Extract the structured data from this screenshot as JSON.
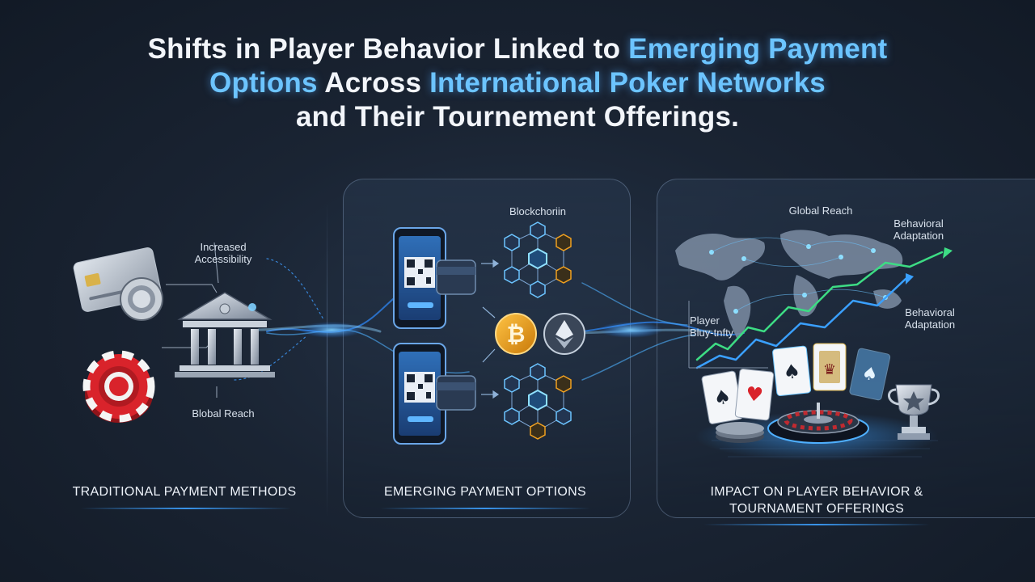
{
  "title": {
    "part1": "Shifts in Player Behavior Linked to ",
    "highlight1": "Emerging Payment",
    "highlight2": "Options",
    "part2": " Across ",
    "highlight3": "International Poker Networks",
    "line3": "and Their Tournement Offerings."
  },
  "left": {
    "label_top": "Increased\nAccessibility",
    "label_bottom": "Blobal Reach",
    "section": "TRADITIONAL PAYMENT METHODS"
  },
  "middle": {
    "label_blockchain": "Blockchoriin",
    "section": "EMERGING PAYMENT OPTIONS"
  },
  "right": {
    "label_global": "Global Reach",
    "label_adapt1": "Behavioral\nAdaptation",
    "label_adapt2": "Behavioral\nAdaptation",
    "label_player": "Player\nBluy-tnfty",
    "section_line1": "IMPACT ON PLAYER BEHAVIOR &",
    "section_line2": "TOURNAMENT OFFERINGS"
  },
  "icons": [
    "credit-card-icon",
    "poker-chip-icon",
    "bank-icon",
    "smartphone-qr-icon",
    "wallet-icon",
    "blockchain-network-icon",
    "bitcoin-icon",
    "ethereum-icon",
    "world-map-icon",
    "growth-chart-icon",
    "playing-cards-icon",
    "roulette-icon",
    "trophy-icon"
  ],
  "colors": {
    "accent": "#6cc4ff",
    "background": "#1a2433",
    "chip_red": "#d9232b",
    "bitcoin": "#f0a020",
    "growth": "#3ddc84"
  }
}
